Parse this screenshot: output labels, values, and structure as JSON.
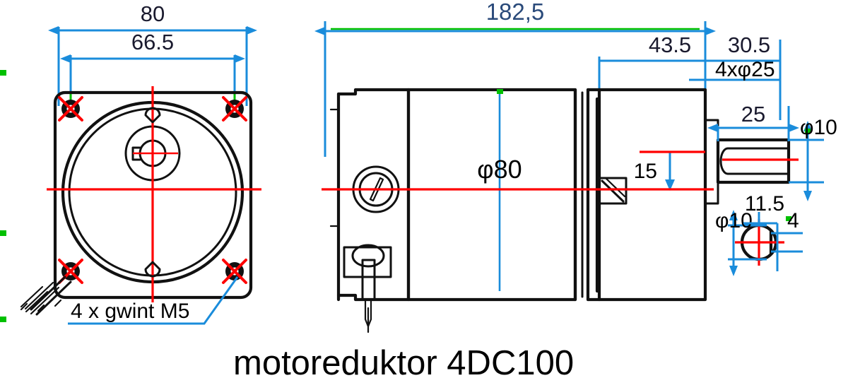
{
  "drawing": {
    "title": "motoreduktor 4DC100",
    "note_thread": "4 x gwint M5",
    "views": {
      "front": {
        "name": "front-view"
      },
      "side": {
        "name": "side-view"
      },
      "shaft_detail": {
        "name": "shaft-end-detail-view"
      }
    },
    "dimensions": {
      "front_width": "80",
      "front_bolt_spacing": "66.5",
      "overall_length": "182,5",
      "gearbox_length": "43.5",
      "flange_length": "30.5",
      "flange_bore": "4xφ25",
      "shaft_length": "25",
      "shaft_diameter": "φ10",
      "shaft_offset": "15",
      "body_diameter": "φ80",
      "detail_shaft_diameter": "φ10",
      "detail_flat_depth": "11.5",
      "detail_key_width": "4"
    }
  },
  "colors": {
    "dimension": "#1a8cdb",
    "centerline": "#ff0000",
    "outline": "#111111",
    "snap": "#00c000",
    "dimension_text": "#1a1a2e",
    "overall_text": "#2a4a7a"
  }
}
